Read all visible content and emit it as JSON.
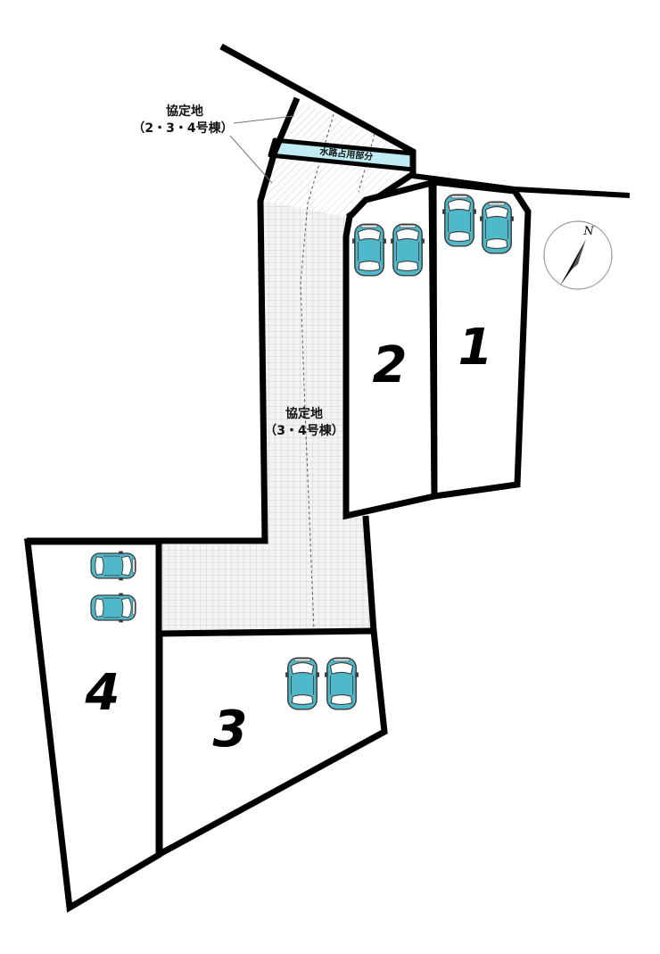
{
  "lots": [
    {
      "id": "lot-1",
      "number": "1"
    },
    {
      "id": "lot-2",
      "number": "2"
    },
    {
      "id": "lot-3",
      "number": "3"
    },
    {
      "id": "lot-4",
      "number": "4"
    }
  ],
  "shared_land_upper": {
    "line1": "協定地",
    "line2": "（2・3・4号棟）"
  },
  "shared_land_main": {
    "line1": "協定地",
    "line2": "（3・4号棟）"
  },
  "waterway": {
    "label": "水路占用部分",
    "color": "#bfecf2"
  },
  "compass": {
    "north_label": "N",
    "icon": "north-arrow-icon"
  },
  "colors": {
    "car_body": "#4fb9c9",
    "car_outline": "#3a3a3a",
    "boundary": "#000000",
    "shared_grid": "#dadada",
    "hatch": "#cccccc"
  },
  "parking": {
    "lot_1_spaces": 2,
    "lot_2_spaces": 2,
    "lot_3_spaces": 2,
    "lot_4_spaces": 2
  }
}
